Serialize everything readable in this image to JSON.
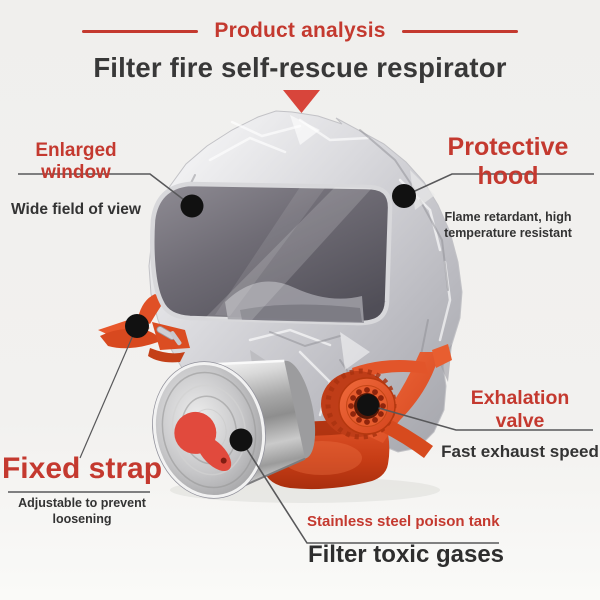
{
  "header": {
    "eyebrow": "Product analysis",
    "title": "Filter fire self-rescue respirator"
  },
  "callouts": {
    "window": {
      "label": "Enlarged window",
      "desc": "Wide field of view"
    },
    "hood": {
      "label": "Protective hood",
      "desc": "Flame retardant, high temperature resistant"
    },
    "valve": {
      "label": "Exhalation valve",
      "desc": "Fast exhaust speed"
    },
    "strap": {
      "label": "Fixed strap",
      "desc": "Adjustable to prevent loosening"
    },
    "tank": {
      "label": "Stainless steel poison tank",
      "desc": "Filter toxic gases"
    }
  },
  "colors": {
    "accent_red": "#c4392f",
    "triangle_red": "#d8453b",
    "text_dark": "#333333",
    "callout_line": "#58585a",
    "strap_orange": "#e2552a",
    "background": "#f2f1ef"
  }
}
